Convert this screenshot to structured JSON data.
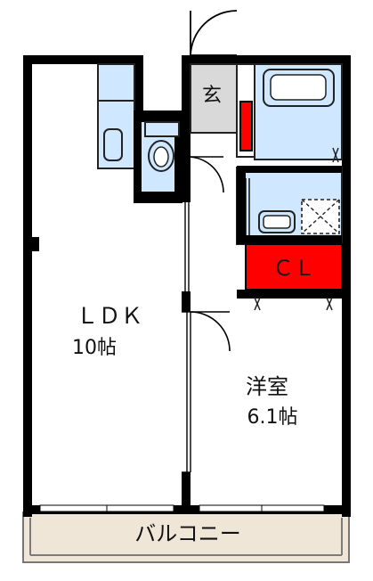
{
  "rooms": {
    "ldk": {
      "name": "ＬＤＫ",
      "size": "10帖"
    },
    "western": {
      "name": "洋室",
      "size": "6.1帖"
    },
    "entrance": {
      "name": "玄"
    },
    "closet": {
      "name": "ＣＬ"
    },
    "balcony": {
      "name": "バルコニー"
    }
  },
  "colors": {
    "wall": "#000000",
    "fixture_blue": "#cfe8ff",
    "entrance_gray": "#d9d9d9",
    "closet_red": "#ff0000",
    "balcony_beige": "#efe6d8"
  },
  "icons": {
    "toilet": "toilet-icon",
    "bathtub": "bathtub-icon",
    "washbasin": "washbasin-icon",
    "laundry_space": "laundry-space-icon",
    "shoe_storage": "shoe-storage-icon"
  }
}
